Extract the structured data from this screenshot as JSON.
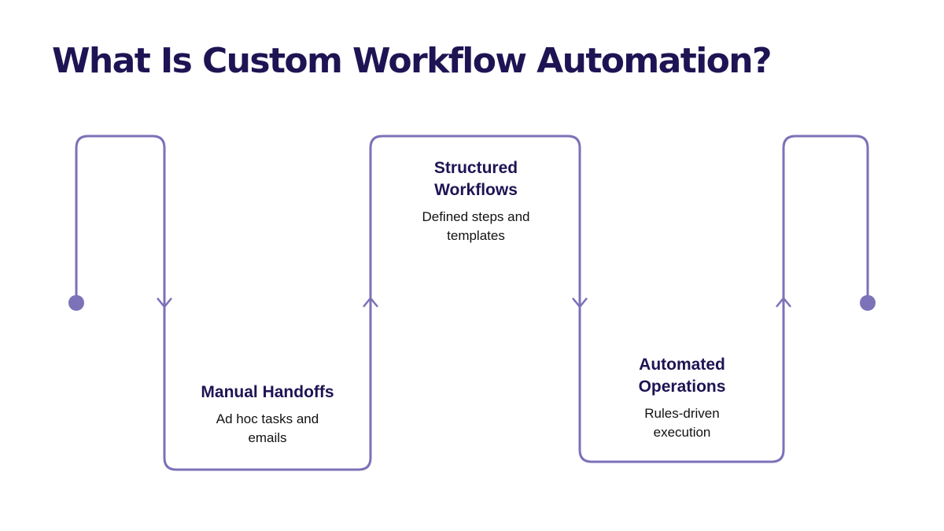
{
  "title": "What Is Custom Workflow Automation?",
  "colors": {
    "title": "#1e1454",
    "path": "#7b72b8",
    "text": "#111111"
  },
  "stages": [
    {
      "title": "Manual Handoffs",
      "description": "Ad hoc tasks and emails"
    },
    {
      "title": "Structured Workflows",
      "description": "Defined steps and templates"
    },
    {
      "title": "Automated Operations",
      "description": "Rules-driven execution"
    }
  ]
}
